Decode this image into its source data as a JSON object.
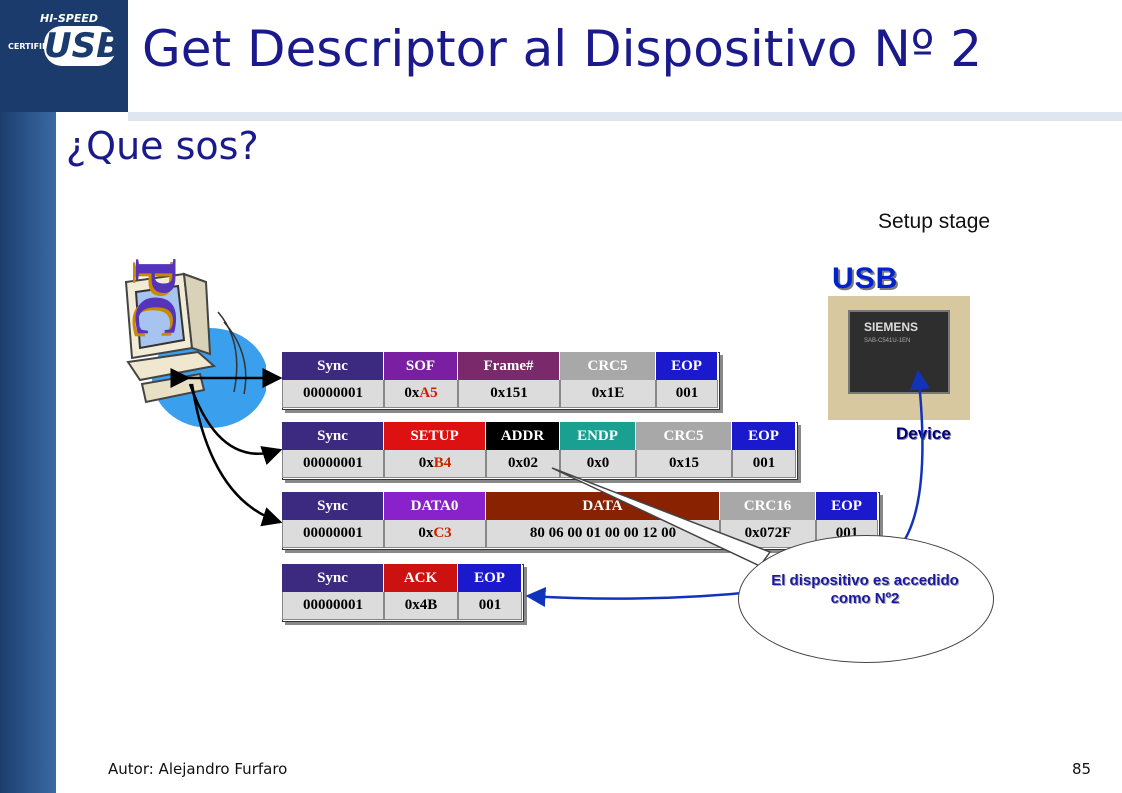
{
  "header": {
    "title": "Get Descriptor al Dispositivo Nº 2",
    "subtitle": "¿Que sos?",
    "logo_hispeed": "HI-SPEED",
    "logo_certified": "CERTIFIED",
    "logo_usb": "USB"
  },
  "stage_label": "Setup stage",
  "pc_label": "PC",
  "device": {
    "title": "USB",
    "label": "Device",
    "chip_brand": "SIEMENS",
    "chip_sub": "SAB-C541U-1EN"
  },
  "packets": {
    "sof": {
      "headers": [
        "Sync",
        "SOF",
        "Frame#",
        "CRC5",
        "EOP"
      ],
      "values": [
        "00000001",
        "0xA5",
        "0x151",
        "0x1E",
        "001"
      ],
      "value_prefix": "0x",
      "pid_hex": "A5"
    },
    "setup": {
      "headers": [
        "Sync",
        "SETUP",
        "ADDR",
        "ENDP",
        "CRC5",
        "EOP"
      ],
      "values": [
        "00000001",
        "0xB4",
        "0x02",
        "0x0",
        "0x15",
        "001"
      ],
      "value_prefix": "0x",
      "pid_hex": "B4"
    },
    "data": {
      "headers": [
        "Sync",
        "DATA0",
        "DATA",
        "CRC16",
        "EOP"
      ],
      "values": [
        "00000001",
        "0xC3",
        "80 06 00 01 00 00 12 00",
        "0x072F",
        "001"
      ],
      "value_prefix": "0x",
      "pid_hex": "C3"
    },
    "ack": {
      "headers": [
        "Sync",
        "ACK",
        "EOP"
      ],
      "values": [
        "00000001",
        "0x4B",
        "001"
      ]
    }
  },
  "callout": {
    "line1": "El dispositivo es accedido",
    "line2": "como Nº2"
  },
  "footer": {
    "author": "Autor: Alejandro Furfaro",
    "page": "85"
  },
  "colors": {
    "sync": "#3b2a80",
    "sof": "#7b1fa2",
    "frame": "#7a2a6a",
    "crc": "#a8a8a8",
    "eop": "#1a1acc",
    "setup": "#dd1111",
    "addr": "#000000",
    "endp": "#1aa090",
    "data0": "#8a22cc",
    "data": "#882200",
    "ack": "#cc1111",
    "arrow_black": "#000000",
    "arrow_blue": "#1133bb",
    "title_text": "#1a1a8c"
  }
}
